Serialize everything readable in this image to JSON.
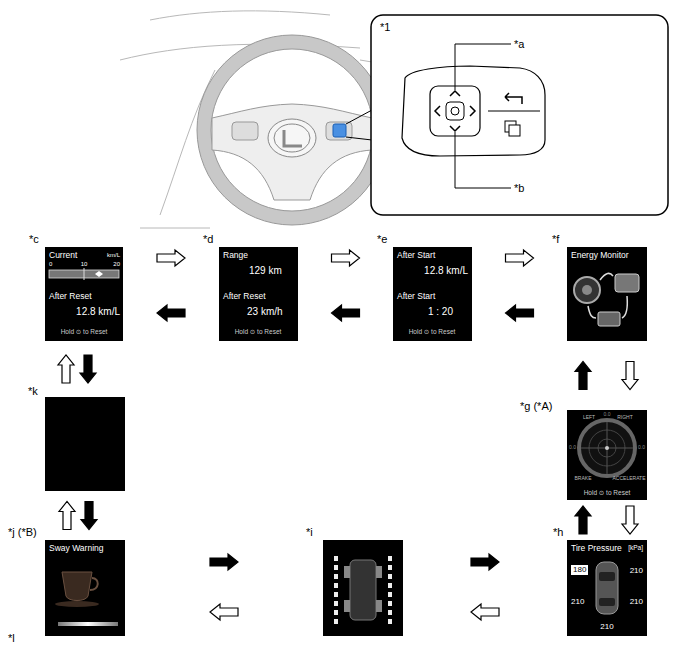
{
  "diagram": {
    "nodes": [
      {
        "text": [
          "*c",
          "Current",
          "km/L",
          "0",
          "10",
          "20",
          "After Reset",
          "12.8 km/L",
          "Hold ⊙ to Reset"
        ]
      },
      {
        "text": [
          "*d",
          "Range",
          "129 km",
          "After Reset",
          "23 km/h",
          "Hold ⊙ to Reset"
        ]
      },
      {
        "text": [
          "*e",
          "After Start",
          "12.8 km/L",
          "After Start",
          "1 : 20",
          "Hold ⊙ to Reset"
        ]
      },
      {
        "text": [
          "*f",
          "Energy Monitor"
        ]
      },
      {
        "text": [
          "*g (*A)",
          "LEFT",
          "RIGHT",
          "BRAKE",
          "ACCELERATE",
          "0.0",
          "0.0",
          "0.0",
          "Hold ⊙ to Reset"
        ]
      },
      {
        "text": [
          "*h",
          "Tire Pressure",
          "[kPa]",
          "180",
          "210",
          "210",
          "210",
          "210"
        ]
      },
      {
        "text": [
          "*i"
        ]
      },
      {
        "text": [
          "*j (*B)",
          "Sway Warning"
        ]
      },
      {
        "text": [
          "*k"
        ]
      }
    ],
    "edges": [
      {
        "from": 0,
        "to": 1,
        "arrow": "to"
      },
      {
        "from": 1,
        "to": 0,
        "arrow": "to"
      },
      {
        "from": 1,
        "to": 2,
        "arrow": "to"
      },
      {
        "from": 2,
        "to": 1,
        "arrow": "to"
      },
      {
        "from": 2,
        "to": 3,
        "arrow": "to"
      },
      {
        "from": 3,
        "to": 2,
        "arrow": "to"
      },
      {
        "from": 3,
        "to": 4,
        "arrow": "to"
      },
      {
        "from": 4,
        "to": 3,
        "arrow": "to"
      },
      {
        "from": 4,
        "to": 5,
        "arrow": "to"
      },
      {
        "from": 5,
        "to": 4,
        "arrow": "to"
      },
      {
        "from": 5,
        "to": 6,
        "arrow": "to"
      },
      {
        "from": 6,
        "to": 5,
        "arrow": "to"
      },
      {
        "from": 6,
        "to": 7,
        "arrow": "to"
      },
      {
        "from": 7,
        "to": 6,
        "arrow": "to"
      },
      {
        "from": 7,
        "to": 8,
        "arrow": "to"
      },
      {
        "from": 8,
        "to": 7,
        "arrow": "to"
      },
      {
        "from": 8,
        "to": 0,
        "arrow": "to"
      },
      {
        "from": 0,
        "to": 8,
        "arrow": "to"
      }
    ],
    "labels": [
      "*1",
      "*a",
      "*b",
      "*l"
    ]
  }
}
